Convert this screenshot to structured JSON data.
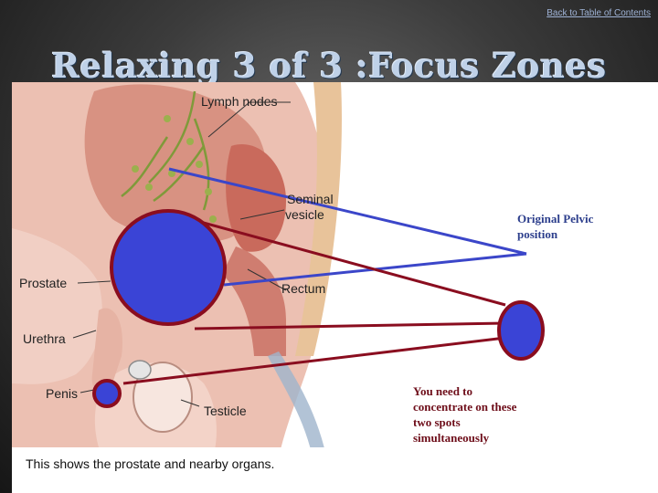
{
  "header": {
    "toc_link": "Back to Table of Contents"
  },
  "slide": {
    "title": "Relaxing 3 of 3 :Focus Zones"
  },
  "figure": {
    "labels": {
      "lymph": "Lymph nodes",
      "seminal1": "Seminal",
      "seminal2": "vesicle",
      "prostate": "Prostate",
      "rectum": "Rectum",
      "urethra": "Urethra",
      "penis": "Penis",
      "testicle": "Testicle"
    },
    "notes": {
      "pelvic_line1": "Original Pelvic",
      "pelvic_line2": "position",
      "focus_line1": "You need to",
      "focus_line2": "concentrate on these",
      "focus_line3": "two spots",
      "focus_line4": "simultaneously"
    },
    "caption": "This shows the prostate and nearby organs."
  },
  "colors": {
    "blue_line": "#3b46c9",
    "red_line": "#8a0d1f",
    "spot_fill": "#3a44d6",
    "tissue": "#e9b6a8"
  }
}
